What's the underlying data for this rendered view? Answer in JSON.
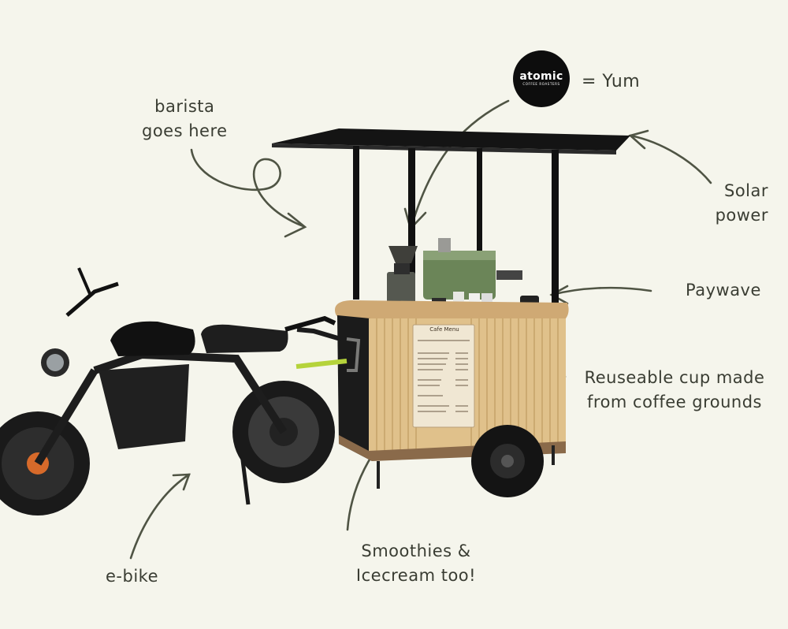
{
  "logo": {
    "word": "atomic",
    "tagline": "COFFEE ROASTERS"
  },
  "annotations": {
    "yum": "= Yum",
    "barista": [
      "barista",
      "goes here"
    ],
    "solar": [
      "Solar",
      "power"
    ],
    "paywave": "Paywave",
    "cup": [
      "Reuseable cup made",
      "from coffee grounds"
    ],
    "smoothies": [
      "Smoothies &",
      "Icecream too!"
    ],
    "ebike": "e-bike"
  },
  "cart_menu": {
    "title": "Cafe Menu"
  },
  "colors": {
    "background": "#f5f5ec",
    "ink": "#4a4f3f",
    "wood": "#e3c48f",
    "canopy": "#151515",
    "machine": "#6b8558"
  }
}
